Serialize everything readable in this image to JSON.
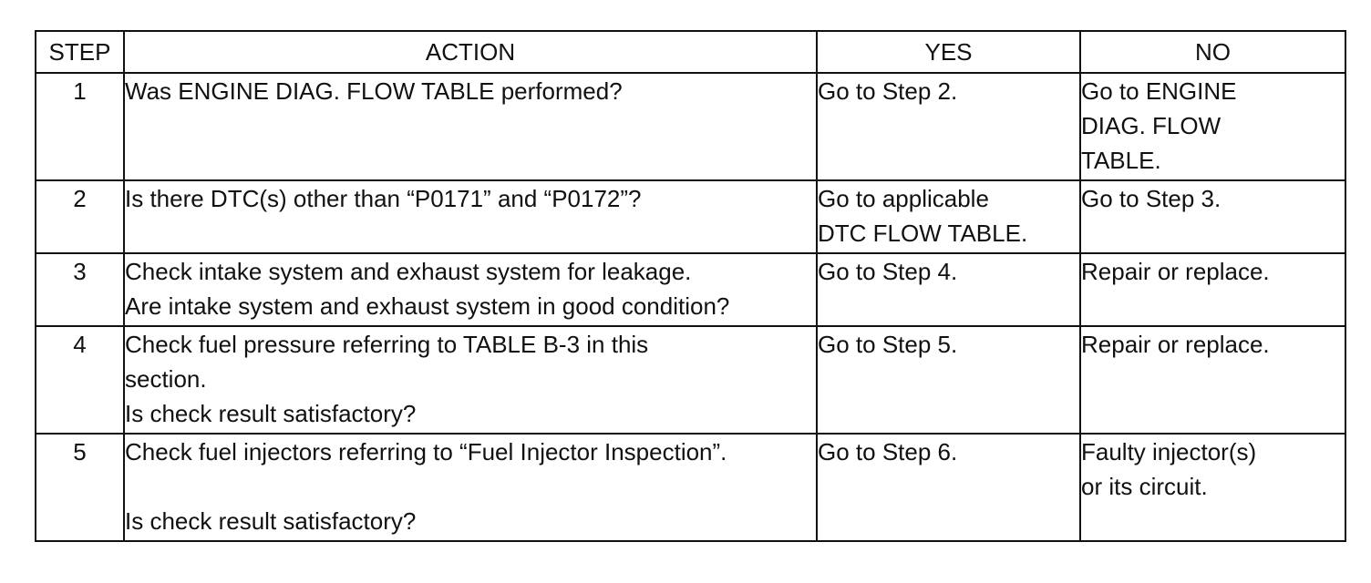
{
  "headers": {
    "step": "STEP",
    "action": "ACTION",
    "yes": "YES",
    "no": "NO"
  },
  "rows": [
    {
      "step": "1",
      "action": [
        "Was ENGINE DIAG. FLOW TABLE performed?"
      ],
      "yes": [
        "Go to Step 2."
      ],
      "no": [
        "Go to ENGINE",
        "DIAG. FLOW",
        "TABLE."
      ]
    },
    {
      "step": "2",
      "action": [
        "Is there DTC(s) other than “P0171” and “P0172”?"
      ],
      "yes": [
        "Go to applicable",
        "DTC FLOW TABLE."
      ],
      "no": [
        "Go to Step 3."
      ]
    },
    {
      "step": "3",
      "action": [
        "Check intake system and exhaust system for leakage.",
        "Are intake system and exhaust system in good condition?"
      ],
      "yes": [
        "Go to Step 4."
      ],
      "no": [
        "Repair or replace."
      ]
    },
    {
      "step": "4",
      "action": [
        "Check fuel pressure referring to TABLE B-3 in this",
        "section.",
        "Is check result satisfactory?"
      ],
      "yes": [
        "Go to Step 5."
      ],
      "no": [
        "Repair or replace."
      ]
    },
    {
      "step": "5",
      "action": [
        "Check fuel injectors referring to “Fuel Injector Inspection”.",
        "",
        "Is check result satisfactory?"
      ],
      "yes": [
        "Go to Step 6."
      ],
      "no": [
        "Faulty injector(s)",
        "or its circuit."
      ]
    }
  ]
}
